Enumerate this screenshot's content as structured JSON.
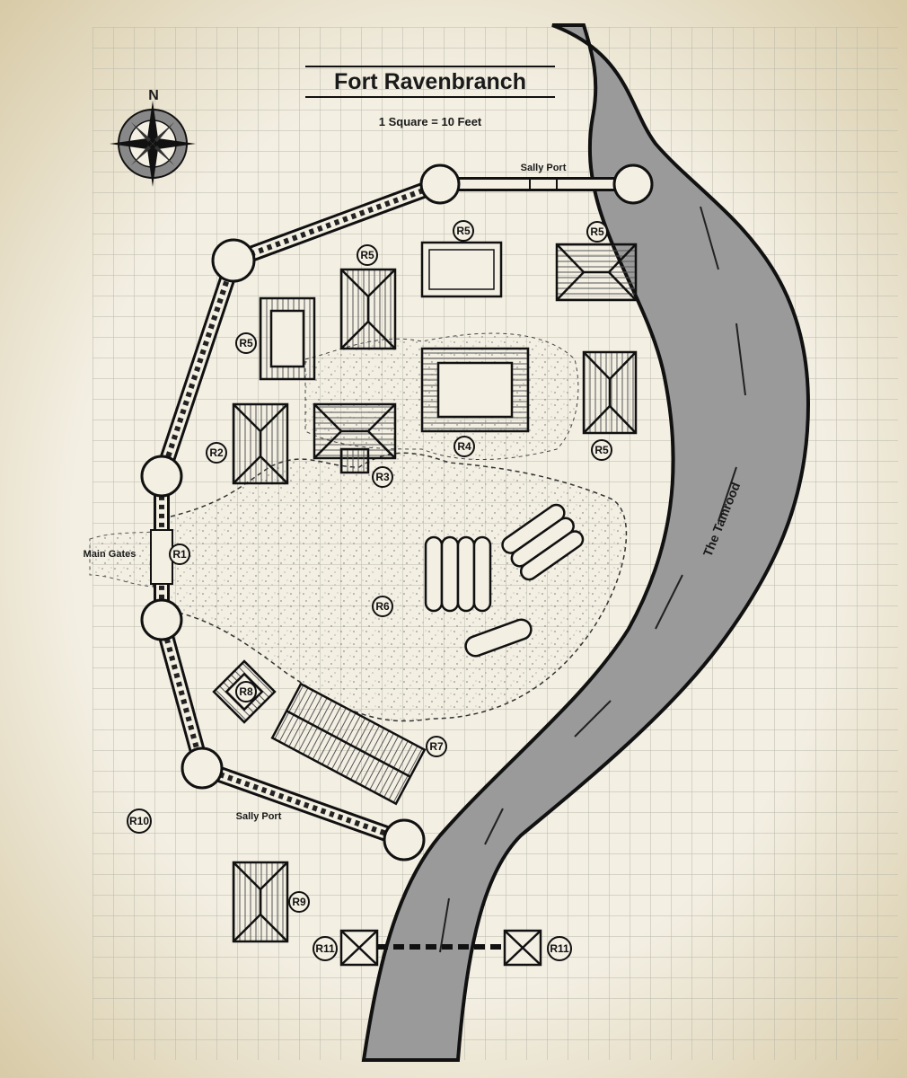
{
  "map": {
    "title": "Fort Ravenbranch",
    "scale": "1 Square = 10 Feet",
    "compass_letter": "N",
    "river_name": "The Tamrood",
    "labels": {
      "sally_port_north": "Sally Port",
      "sally_port_south": "Sally Port",
      "main_gates": "Main Gates"
    },
    "colors": {
      "parchment": "#f3efe3",
      "grid": "#bdbdb0",
      "ink": "#1a1a1a",
      "river": "#9a9a9a"
    }
  },
  "tags": {
    "r1": "R1",
    "r2": "R2",
    "r3": "R3",
    "r4": "R4",
    "r5a": "R5",
    "r5b": "R5",
    "r5c": "R5",
    "r5d": "R5",
    "r5e": "R5",
    "r6": "R6",
    "r7": "R7",
    "r8": "R8",
    "r9": "R9",
    "r10": "R10",
    "r11a": "R11",
    "r11b": "R11"
  }
}
